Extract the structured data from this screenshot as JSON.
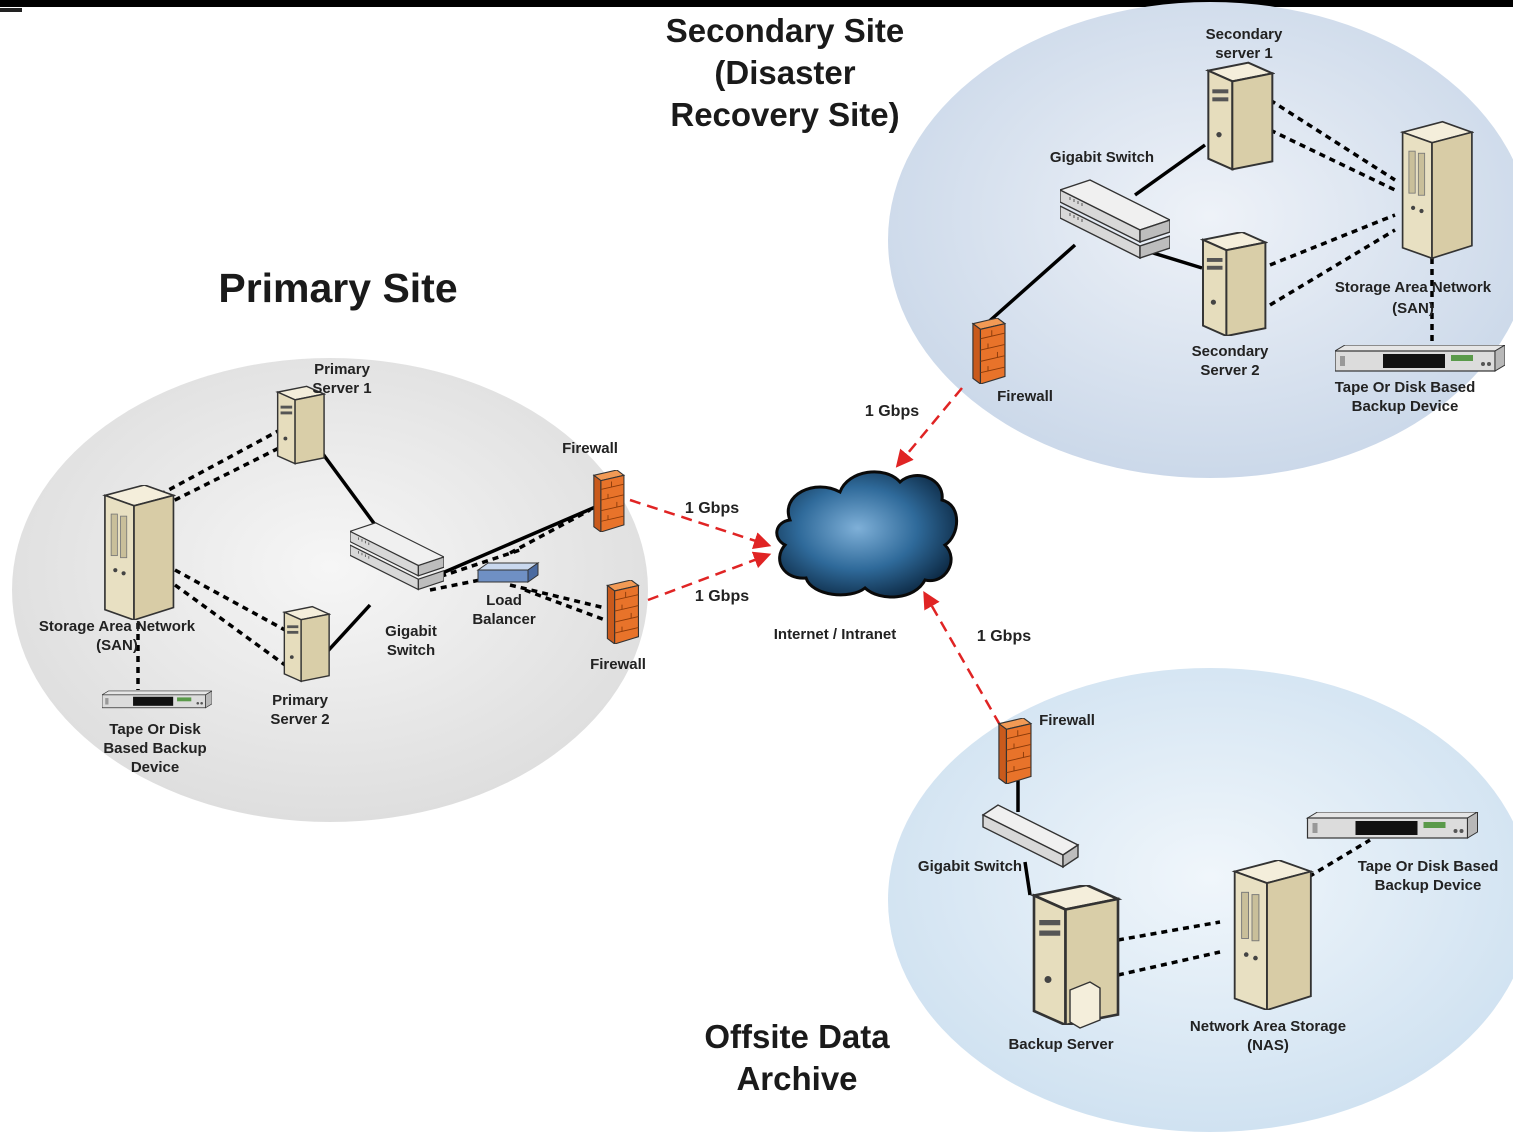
{
  "sites": {
    "primary": {
      "title": "Primary Site",
      "server1": [
        "Primary",
        "Server 1"
      ],
      "server2": [
        "Primary",
        "Server 2"
      ],
      "san": [
        "Storage Area Network",
        "(SAN)"
      ],
      "tape": [
        "Tape Or Disk",
        "Based Backup",
        "Device"
      ],
      "switch": [
        "Gigabit",
        "Switch"
      ],
      "load_balancer": [
        "Load",
        "Balancer"
      ],
      "firewall_top": "Firewall",
      "firewall_bottom": "Firewall"
    },
    "secondary": {
      "title": [
        "Secondary Site",
        "(Disaster",
        "Recovery Site)"
      ],
      "server1": [
        "Secondary",
        "server 1"
      ],
      "server2": [
        "Secondary",
        "Server 2"
      ],
      "switch": "Gigabit Switch",
      "san": [
        "Storage Area Network",
        "(SAN)"
      ],
      "tape": [
        "Tape Or Disk Based",
        "Backup Device"
      ],
      "firewall": "Firewall"
    },
    "offsite": {
      "title": [
        "Offsite Data",
        "Archive"
      ],
      "firewall": "Firewall",
      "switch": "Gigabit Switch",
      "backup_server": "Backup Server",
      "nas": [
        "Network Area Storage",
        "(NAS)"
      ],
      "tape": [
        "Tape Or Disk Based",
        "Backup Device"
      ]
    }
  },
  "cloud": {
    "label": "Internet / Intranet"
  },
  "links": {
    "primary_fw1": "1 Gbps",
    "primary_fw2": "1 Gbps",
    "secondary": "1 Gbps",
    "offsite": "1 Gbps"
  },
  "colors": {
    "primary_site_fill": "#e6e6e6",
    "secondary_site_fill": "#cfdcec",
    "offsite_site_fill": "#d4e4f2",
    "link_color": "#e02424",
    "firewall_color": "#e8732a",
    "server_color": "#ece4c8"
  }
}
